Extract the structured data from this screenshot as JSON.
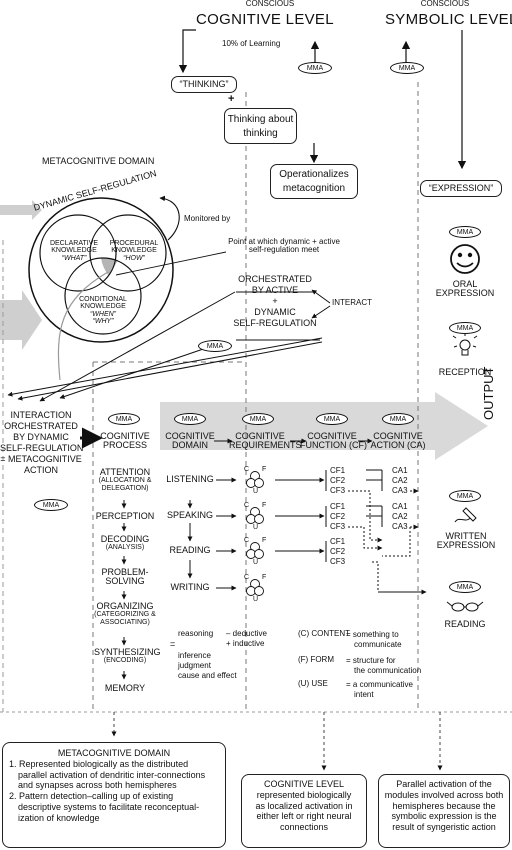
{
  "header": {
    "conscious_left": "CONSCIOUS",
    "cognitive_level": "COGNITIVE LEVEL",
    "learning_pct": "10% of Learning",
    "conscious_right": "CONSCIOUS",
    "symbolic_level": "SYMBOLIC LEVEL",
    "mma": "MMA"
  },
  "thinking": {
    "thinking_box": "“THINKING”",
    "plus": "+",
    "thinking_about_1": "Thinking about",
    "thinking_about_2": "thinking",
    "operationalizes_1": "Operationalizes",
    "operationalizes_2": "metacognition"
  },
  "metacognitive": {
    "title": "METACOGNITIVE DOMAIN",
    "dsr": "DYNAMIC SELF-REGULATION",
    "declarative": [
      "DECLARATIVE",
      "KNOWLEDGE",
      "“WHAT”"
    ],
    "procedural": [
      "PROCEDURAL",
      "KNOWLEDGE",
      "“HOW”"
    ],
    "conditional": [
      "CONDITIONAL",
      "KNOWLEDGE",
      "“WHEN”",
      "“WHY”"
    ],
    "monitored_by": "Monitored by",
    "point_1": "Point at which dynamic + active",
    "point_2": "self-regulation meet",
    "orchestrated": [
      "ORCHESTRATED",
      "BY ACTIVE",
      "+",
      "DYNAMIC",
      "SELF-REGULATION"
    ],
    "interact": "INTERACT"
  },
  "interaction": {
    "lines": [
      "INTERACTION",
      "ORCHESTRATED",
      "BY DYNAMIC",
      "SELF-REGULATION",
      "= METACOGNITIVE",
      "ACTION"
    ]
  },
  "columns": {
    "process": [
      "COGNITIVE",
      "PROCESS"
    ],
    "domain": [
      "COGNITIVE",
      "DOMAIN"
    ],
    "requirements": [
      "COGNITIVE",
      "REQUIREMENTS"
    ],
    "function": [
      "COGNITIVE",
      "FUNCTION (CF)"
    ],
    "action": [
      "COGNITIVE",
      "ACTION (CA)"
    ],
    "output": "OUTPUT"
  },
  "process_items": [
    [
      "ATTENTION",
      "(ALLOCATION &",
      "DELEGATION)"
    ],
    [
      "PERCEPTION"
    ],
    [
      "DECODING",
      "(ANALYSIS)"
    ],
    [
      "PROBLEM-",
      "SOLVING"
    ],
    [
      "ORGANIZING",
      "(CATEGORIZING &",
      "ASSOCIATING)"
    ],
    [
      "SYNTHESIZING",
      "(ENCODING)"
    ],
    [
      "MEMORY"
    ]
  ],
  "domains": [
    "LISTENING",
    "SPEAKING",
    "READING",
    "WRITING"
  ],
  "req_labels": {
    "c": "C",
    "f": "F",
    "u": "U"
  },
  "cf_groups": [
    [
      "CF1",
      "CF2",
      "CF3"
    ],
    [
      "CF1",
      "CF2",
      "CF3"
    ],
    [
      "CF1",
      "CF2",
      "CF3"
    ]
  ],
  "ca_groups": [
    [
      "CA1",
      "CA2",
      "CA3"
    ],
    [
      "CA1",
      "CA2",
      "CA3"
    ]
  ],
  "reasoning": {
    "reasoning": "reasoning",
    "deductive": "– deductive",
    "inductive": "+ inductive",
    "equals": "=",
    "rest": [
      "inference",
      "judgment",
      "cause and effect"
    ]
  },
  "legend": [
    {
      "key": "(C) CONTENT",
      "val": [
        "= something to",
        "communicate"
      ]
    },
    {
      "key": "(F) FORM",
      "val": [
        "= structure for",
        "the communication"
      ]
    },
    {
      "key": "(U) USE",
      "val": [
        "= a communicative",
        "intent"
      ]
    }
  ],
  "expression": {
    "box": "“EXPRESSION”",
    "oral": [
      "ORAL",
      "EXPRESSION"
    ],
    "reception": "RECEPTION",
    "written": [
      "WRITTEN",
      "EXPRESSION"
    ],
    "reading": "READING"
  },
  "bottom": {
    "meta_title": "METACOGNITIVE DOMAIN",
    "meta_1": [
      "1. Represented biologically as the distributed",
      "parallel activation of dendritic inter-connections",
      "and synapses across both hemispheres"
    ],
    "meta_2": [
      "2. Pattern detection–calling up of existing",
      "descriptive systems to facilitate reconceptual-",
      "ization of knowledge"
    ],
    "cog": [
      "COGNITIVE LEVEL",
      "represented biologically",
      "as localized activation in",
      "either left or right neural",
      "connections"
    ],
    "sym": [
      "Parallel activation of the",
      "modules involved across both",
      "hemispheres because the",
      "symbolic expression is the",
      "result of syngeristic action"
    ]
  }
}
